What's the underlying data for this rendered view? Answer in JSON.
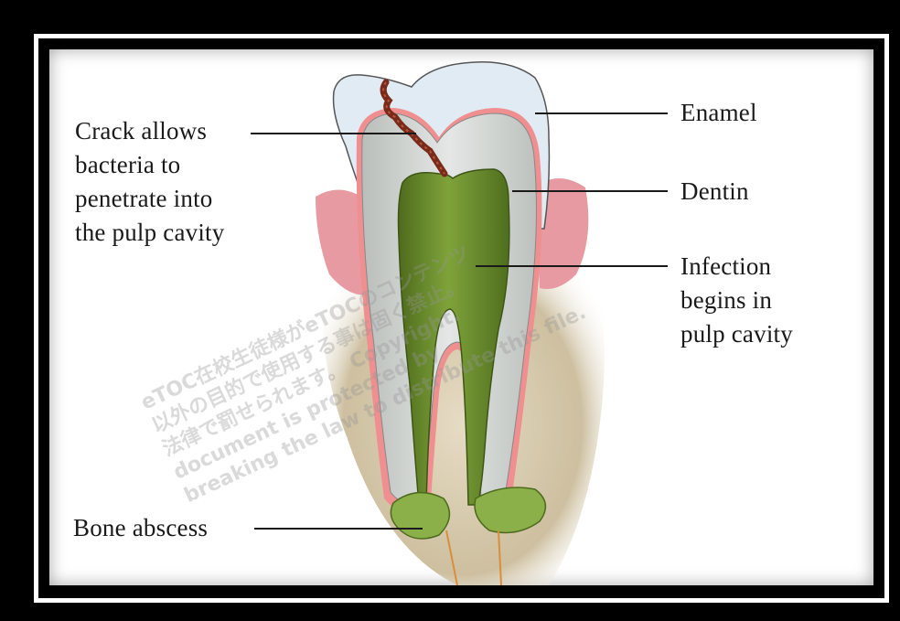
{
  "labels": {
    "crack": "Crack allows\nbacteria to\npenetrate into\nthe pulp cavity",
    "enamel": "Enamel",
    "dentin": "Dentin",
    "infection": "Infection\nbegins in\npulp cavity",
    "abscess": "Bone abscess"
  },
  "watermark": "eTOC在校生徒様がeTOCのコンテンツ\n以外の目的で使用する事は固く禁止。\n法律で罰せられます。 Copyright.\ndocument is protected by\nbreaking the law to distribute this file.",
  "colors": {
    "background": "#000000",
    "panel": "#ffffff",
    "enamel": "#e3edf6",
    "dentin": "#d4d8d6",
    "pulp": "#6b8f2e",
    "gum": "#e8a3a8",
    "bone": "#d8cdb5",
    "crack": "#7a2a1a",
    "leader_line": "#1a1a1a"
  }
}
